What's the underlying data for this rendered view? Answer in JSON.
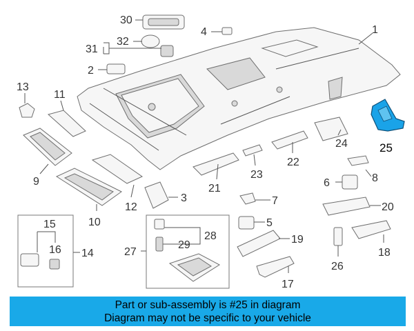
{
  "callouts": {
    "c1": "1",
    "c2": "2",
    "c3": "3",
    "c4": "4",
    "c5": "5",
    "c6": "6",
    "c7": "7",
    "c8": "8",
    "c9": "9",
    "c10": "10",
    "c11": "11",
    "c12": "12",
    "c13": "13",
    "c14": "14",
    "c15": "15",
    "c16": "16",
    "c17": "17",
    "c18": "18",
    "c19": "19",
    "c20": "20",
    "c21": "21",
    "c22": "22",
    "c23": "23",
    "c24": "24",
    "c25": "25",
    "c26": "26",
    "c27": "27",
    "c28": "28",
    "c29": "29",
    "c30": "30",
    "c31": "31",
    "c32": "32"
  },
  "highlight": {
    "part_number": "25",
    "color": "#1aa3e8"
  },
  "banner": {
    "line1": "Part or sub-assembly is #25 in diagram",
    "line2": "Diagram may not be specific to your vehicle",
    "background": "#19a9e8"
  }
}
